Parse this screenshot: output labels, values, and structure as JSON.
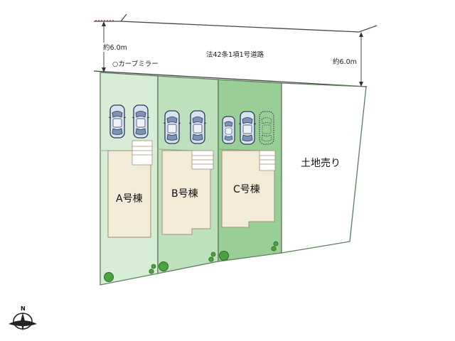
{
  "road": {
    "label": "法42条1項1号道路",
    "width_left": "約6.0m",
    "width_right": "約6.0m"
  },
  "mirror_label": "○カーブミラー",
  "lots": [
    {
      "id": "A",
      "label": "A号棟",
      "fill": "#d8edd6"
    },
    {
      "id": "B",
      "label": "B号棟",
      "fill": "#bfe0bc"
    },
    {
      "id": "C",
      "label": "C号棟",
      "fill": "#99cf96"
    }
  ],
  "land_for_sale": "土地売り",
  "compass": {
    "label": "N"
  },
  "colors": {
    "boundary": "#5b7f5b",
    "building_fill": "#f3ead8",
    "building_stroke": "#9c8f7b",
    "tree": "#4aa33e",
    "road_line": "#444444"
  }
}
